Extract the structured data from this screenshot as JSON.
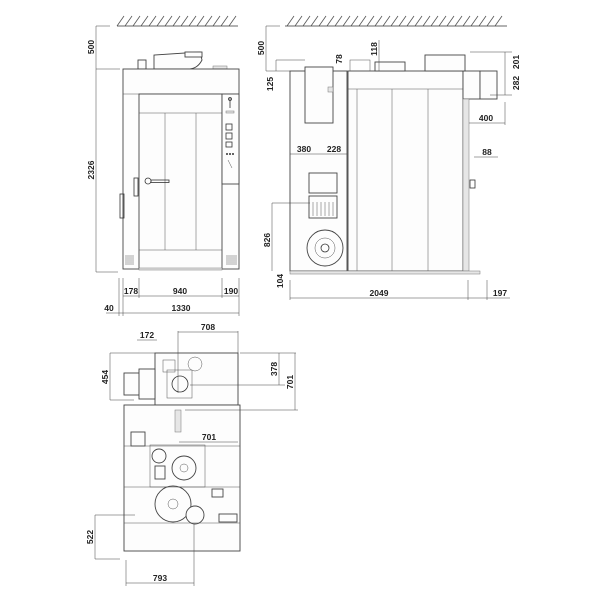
{
  "drawing": {
    "type": "technical-dimension-drawing",
    "units": "mm",
    "views": {
      "front": {
        "ceiling_clearance": "500",
        "total_height": "2326",
        "width_left": "178",
        "width_door": "940",
        "width_right": "190",
        "total_width": "1330",
        "offset_left": "40"
      },
      "side": {
        "ceiling_clearance": "500",
        "top_offset": "125",
        "dim_78": "78",
        "dim_118": "118",
        "dim_201": "201",
        "dim_282": "282",
        "dim_400": "400",
        "dim_380": "380",
        "dim_228": "228",
        "dim_88": "88",
        "dim_826": "826",
        "dim_104": "104",
        "total_depth": "2049",
        "dim_197": "197"
      },
      "top": {
        "dim_708": "708",
        "dim_172": "172",
        "dim_454": "454",
        "dim_378": "378",
        "dim_701_v": "701",
        "dim_701_h": "701",
        "dim_522": "522",
        "dim_793": "793"
      }
    }
  }
}
